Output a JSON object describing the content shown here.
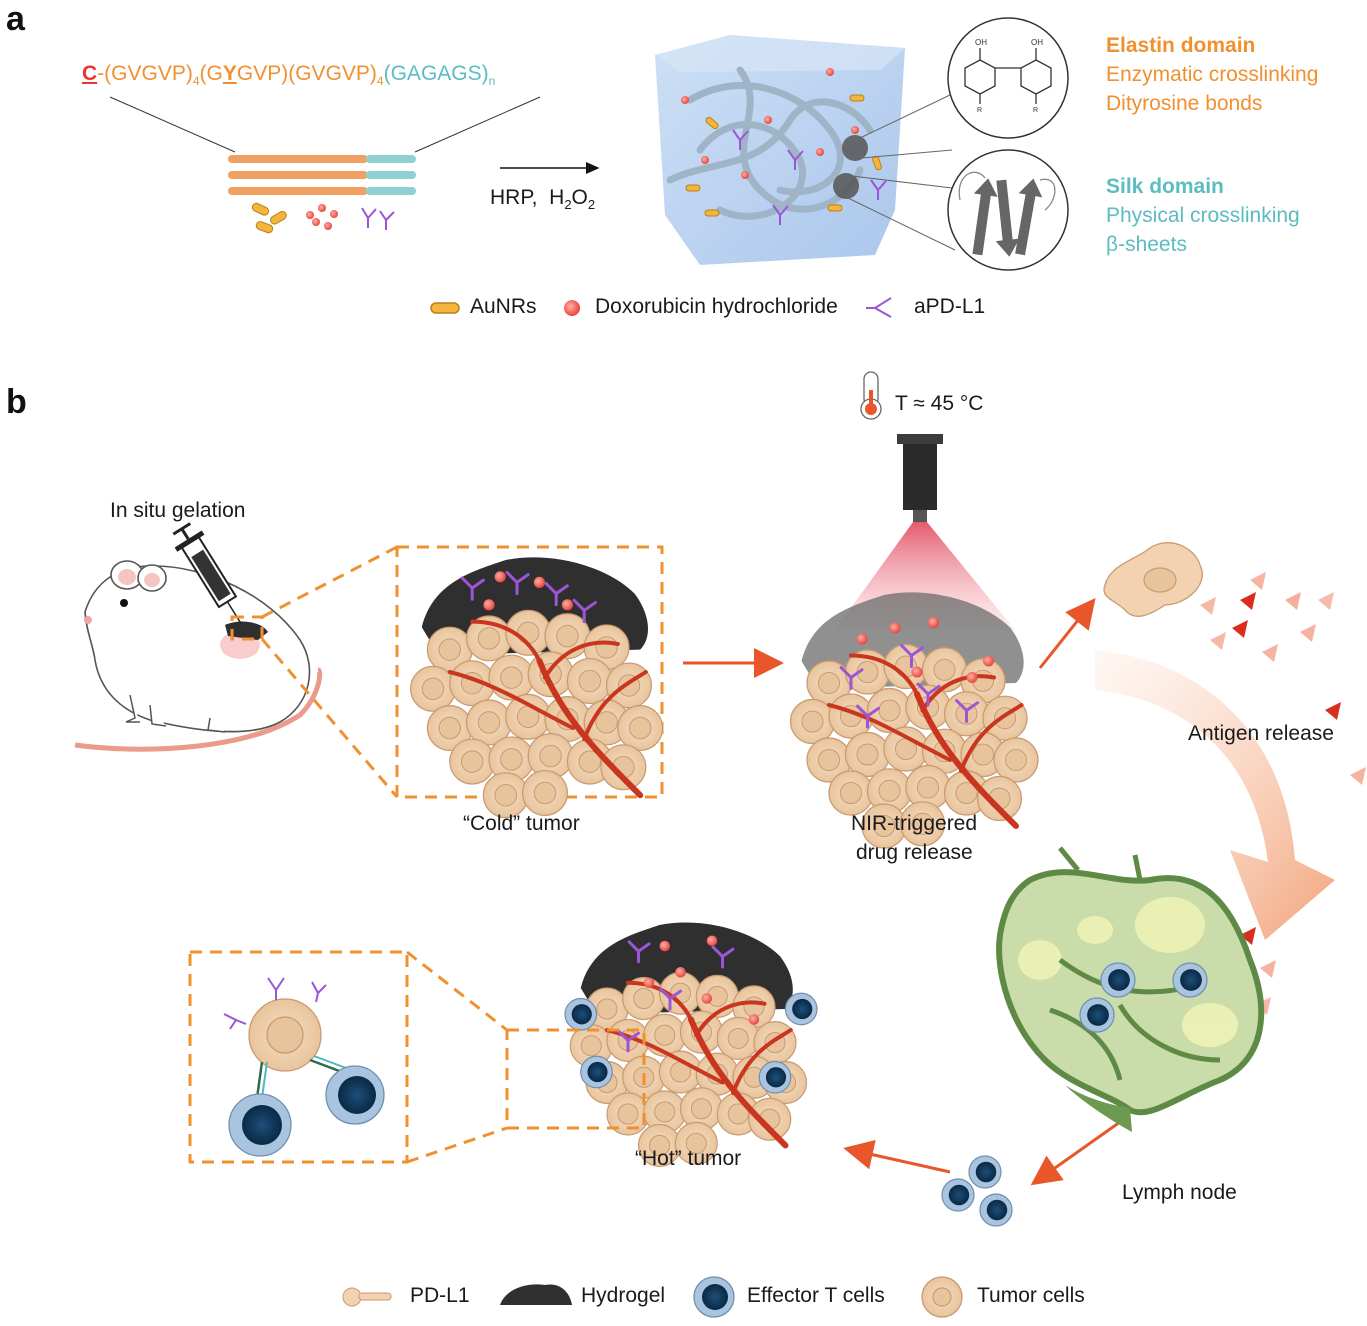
{
  "panel_a": {
    "letter": "a",
    "sequence": {
      "c": "C",
      "dash": "-",
      "part1": "(GVGVP)",
      "sub1": "4",
      "part2": "(G",
      "y": "Y",
      "part3": "GVP)(GVGVP)",
      "sub2": "4",
      "silk": "(GAGAGS)",
      "subn": "n"
    },
    "reaction": {
      "hrp": "HRP,",
      "h2o2_h": "H",
      "h2o2_2a": "2",
      "h2o2_o": "O",
      "h2o2_2b": "2"
    },
    "elastin": {
      "title": "Elastin domain",
      "line1": "Enzymatic crosslinking",
      "line2": "Dityrosine bonds"
    },
    "silk": {
      "title": "Silk domain",
      "line1": "Physical crosslinking",
      "line2": "β-sheets"
    },
    "legend": {
      "aunrs": "AuNRs",
      "dox": "Doxorubicin hydrochloride",
      "apdl1": "aPD-L1"
    }
  },
  "panel_b": {
    "letter": "b",
    "temperature": "T ≈ 45 °C",
    "in_situ": "In situ gelation",
    "cold_tumor": "“Cold” tumor",
    "nir_line1": "NIR-triggered",
    "nir_line2": "drug release",
    "antigen_release": "Antigen release",
    "lymph_node": "Lymph node",
    "hot_tumor": "“Hot” tumor",
    "legend": {
      "pdl1": "PD-L1",
      "hydrogel": "Hydrogel",
      "t_cells": "Effector T cells",
      "tumor_cells": "Tumor cells"
    }
  },
  "colors": {
    "orange": "#f0902f",
    "teal": "#5bbcc1",
    "red_arrow": "#e8562a",
    "tumor": "#f2d2b0",
    "vessel": "#c9351f",
    "antibody": "#9b55d6",
    "hydrogel": "#3a3a3a",
    "lymph": "#7aa55a"
  }
}
